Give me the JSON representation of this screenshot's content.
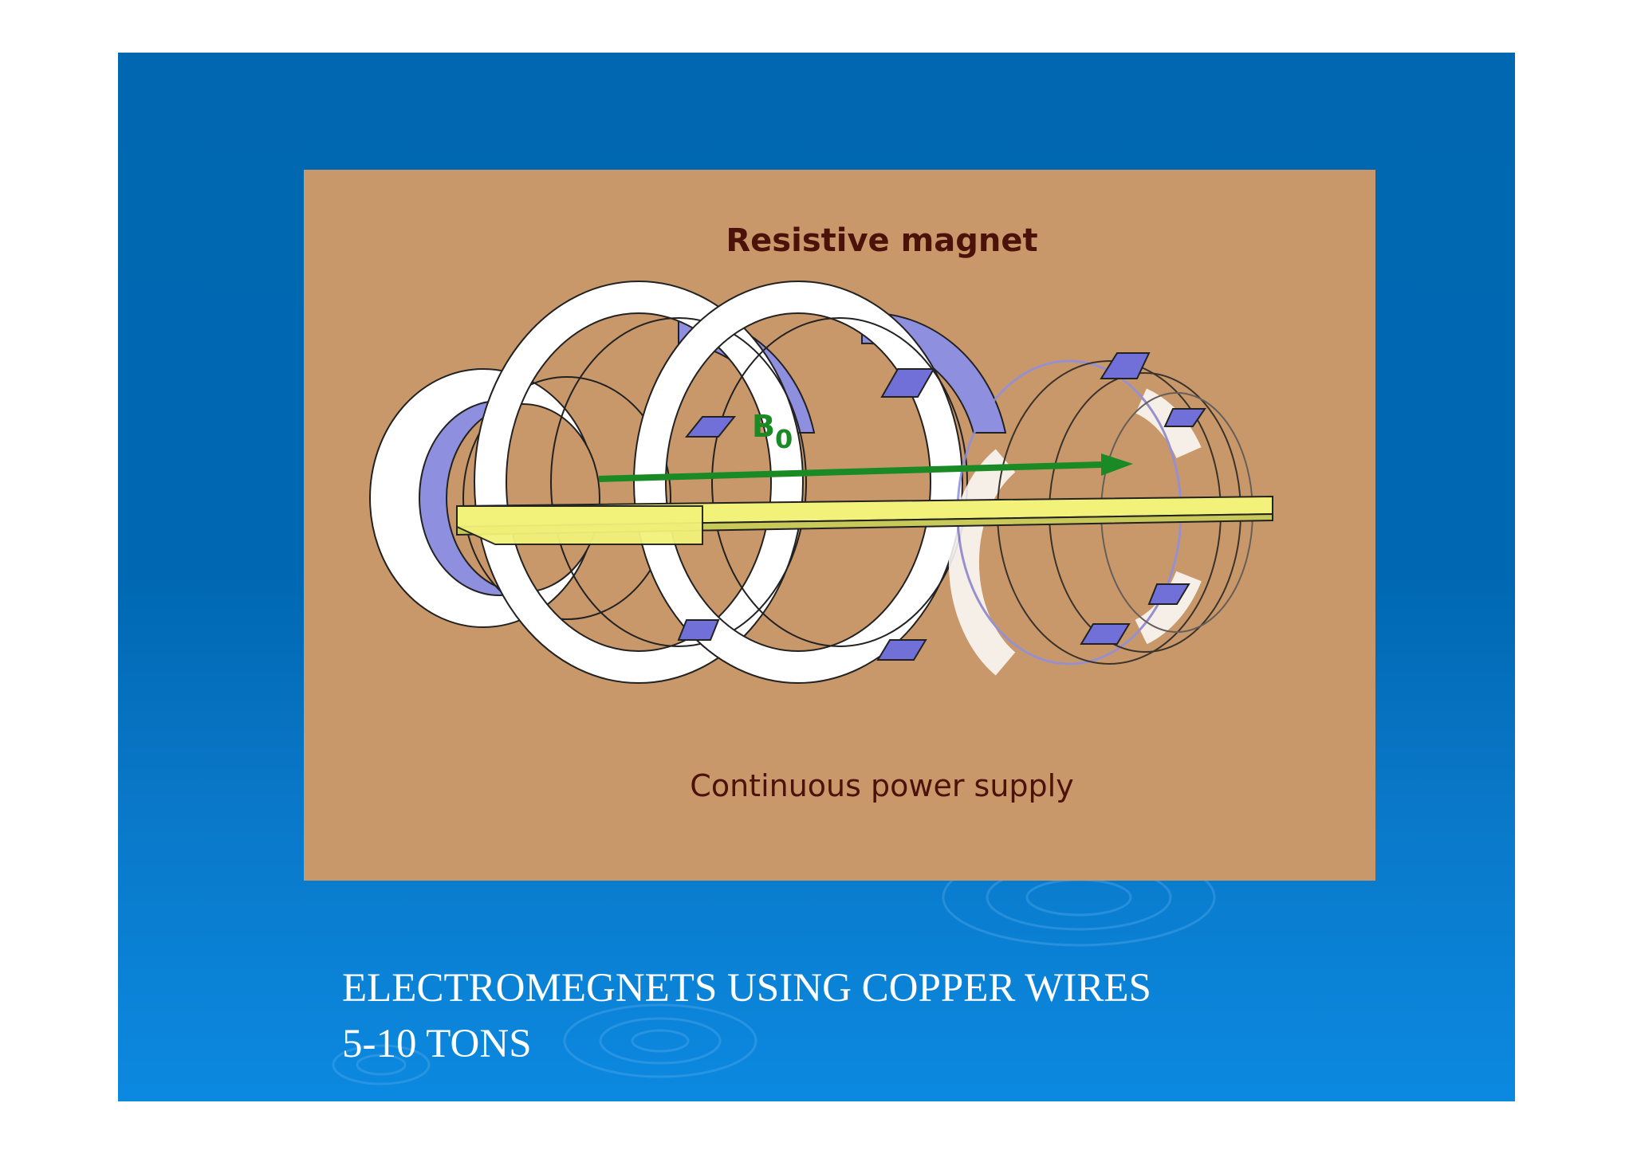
{
  "figure": {
    "title": "Resistive magnet",
    "field_symbol": "B",
    "field_subscript": "0",
    "subtitle": "Continuous power supply"
  },
  "caption": {
    "line1": "ELECTROMEGNETS USING COPPER WIRES",
    "line2": "5-10 TONS"
  },
  "colors": {
    "slide_background": "#0067b0",
    "figure_background": "#c9986a",
    "coil_face": "#ffffff",
    "coil_inner": "#8f8fe0",
    "table": "#f2f27a",
    "field_arrow": "#1a8a24",
    "figure_text": "#4a1208",
    "caption_text": "#ffffff"
  }
}
